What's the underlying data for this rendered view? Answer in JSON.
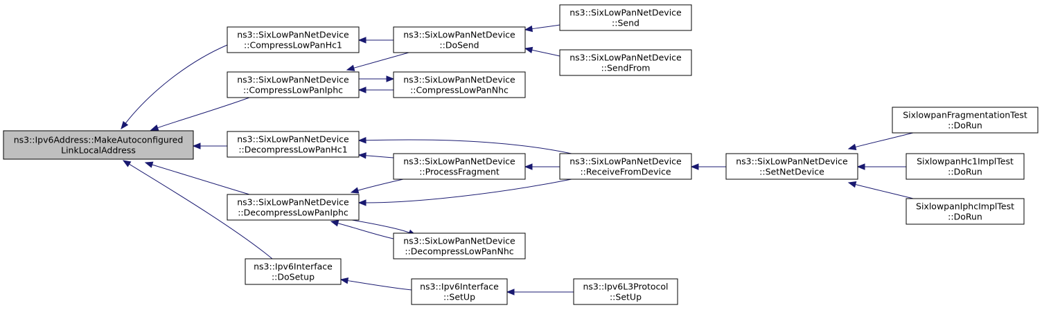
{
  "graph": {
    "nodes": [
      {
        "id": "root",
        "lines": [
          "ns3::Ipv6Address::MakeAutoconfigured",
          "LinkLocalAddress"
        ]
      },
      {
        "id": "hc1",
        "lines": [
          "ns3::SixLowPanNetDevice",
          "::CompressLowPanHc1"
        ]
      },
      {
        "id": "iphc",
        "lines": [
          "ns3::SixLowPanNetDevice",
          "::CompressLowPanIphc"
        ]
      },
      {
        "id": "dhc1",
        "lines": [
          "ns3::SixLowPanNetDevice",
          "::DecompressLowPanHc1"
        ]
      },
      {
        "id": "diphc",
        "lines": [
          "ns3::SixLowPanNetDevice",
          "::DecompressLowPanIphc"
        ]
      },
      {
        "id": "v6setup",
        "lines": [
          "ns3::Ipv6Interface",
          "::DoSetup"
        ]
      },
      {
        "id": "dosend",
        "lines": [
          "ns3::SixLowPanNetDevice",
          "::DoSend"
        ]
      },
      {
        "id": "cnhc",
        "lines": [
          "ns3::SixLowPanNetDevice",
          "::CompressLowPanNhc"
        ]
      },
      {
        "id": "pfrag",
        "lines": [
          "ns3::SixLowPanNetDevice",
          "::ProcessFragment"
        ]
      },
      {
        "id": "dnhc",
        "lines": [
          "ns3::SixLowPanNetDevice",
          "::DecompressLowPanNhc"
        ]
      },
      {
        "id": "v6up",
        "lines": [
          "ns3::Ipv6Interface",
          "::SetUp"
        ]
      },
      {
        "id": "send",
        "lines": [
          "ns3::SixLowPanNetDevice",
          "::Send"
        ]
      },
      {
        "id": "sendfrom",
        "lines": [
          "ns3::SixLowPanNetDevice",
          "::SendFrom"
        ]
      },
      {
        "id": "recv",
        "lines": [
          "ns3::SixLowPanNetDevice",
          "::ReceiveFromDevice"
        ]
      },
      {
        "id": "l3up",
        "lines": [
          "ns3::Ipv6L3Protocol",
          "::SetUp"
        ]
      },
      {
        "id": "setnd",
        "lines": [
          "ns3::SixLowPanNetDevice",
          "::SetNetDevice"
        ]
      },
      {
        "id": "fragtest",
        "lines": [
          "SixlowpanFragmentationTest",
          "::DoRun"
        ]
      },
      {
        "id": "hc1test",
        "lines": [
          "SixlowpanHc1ImplTest",
          "::DoRun"
        ]
      },
      {
        "id": "iphctest",
        "lines": [
          "SixlowpanIphcImplTest",
          "::DoRun"
        ]
      }
    ],
    "edges": [
      {
        "from": "hc1",
        "to": "root"
      },
      {
        "from": "iphc",
        "to": "root"
      },
      {
        "from": "dhc1",
        "to": "root"
      },
      {
        "from": "diphc",
        "to": "root"
      },
      {
        "from": "v6setup",
        "to": "root"
      },
      {
        "from": "dosend",
        "to": "hc1"
      },
      {
        "from": "dosend",
        "to": "iphc"
      },
      {
        "from": "cnhc",
        "to": "iphc"
      },
      {
        "from": "iphc",
        "to": "cnhc"
      },
      {
        "from": "recv",
        "to": "dhc1"
      },
      {
        "from": "pfrag",
        "to": "dhc1"
      },
      {
        "from": "pfrag",
        "to": "diphc"
      },
      {
        "from": "recv",
        "to": "diphc"
      },
      {
        "from": "dnhc",
        "to": "diphc"
      },
      {
        "from": "diphc",
        "to": "dnhc"
      },
      {
        "from": "v6up",
        "to": "v6setup"
      },
      {
        "from": "send",
        "to": "dosend"
      },
      {
        "from": "sendfrom",
        "to": "dosend"
      },
      {
        "from": "recv",
        "to": "pfrag"
      },
      {
        "from": "l3up",
        "to": "v6up"
      },
      {
        "from": "setnd",
        "to": "recv"
      },
      {
        "from": "fragtest",
        "to": "setnd"
      },
      {
        "from": "hc1test",
        "to": "setnd"
      },
      {
        "from": "iphctest",
        "to": "setnd"
      }
    ]
  }
}
